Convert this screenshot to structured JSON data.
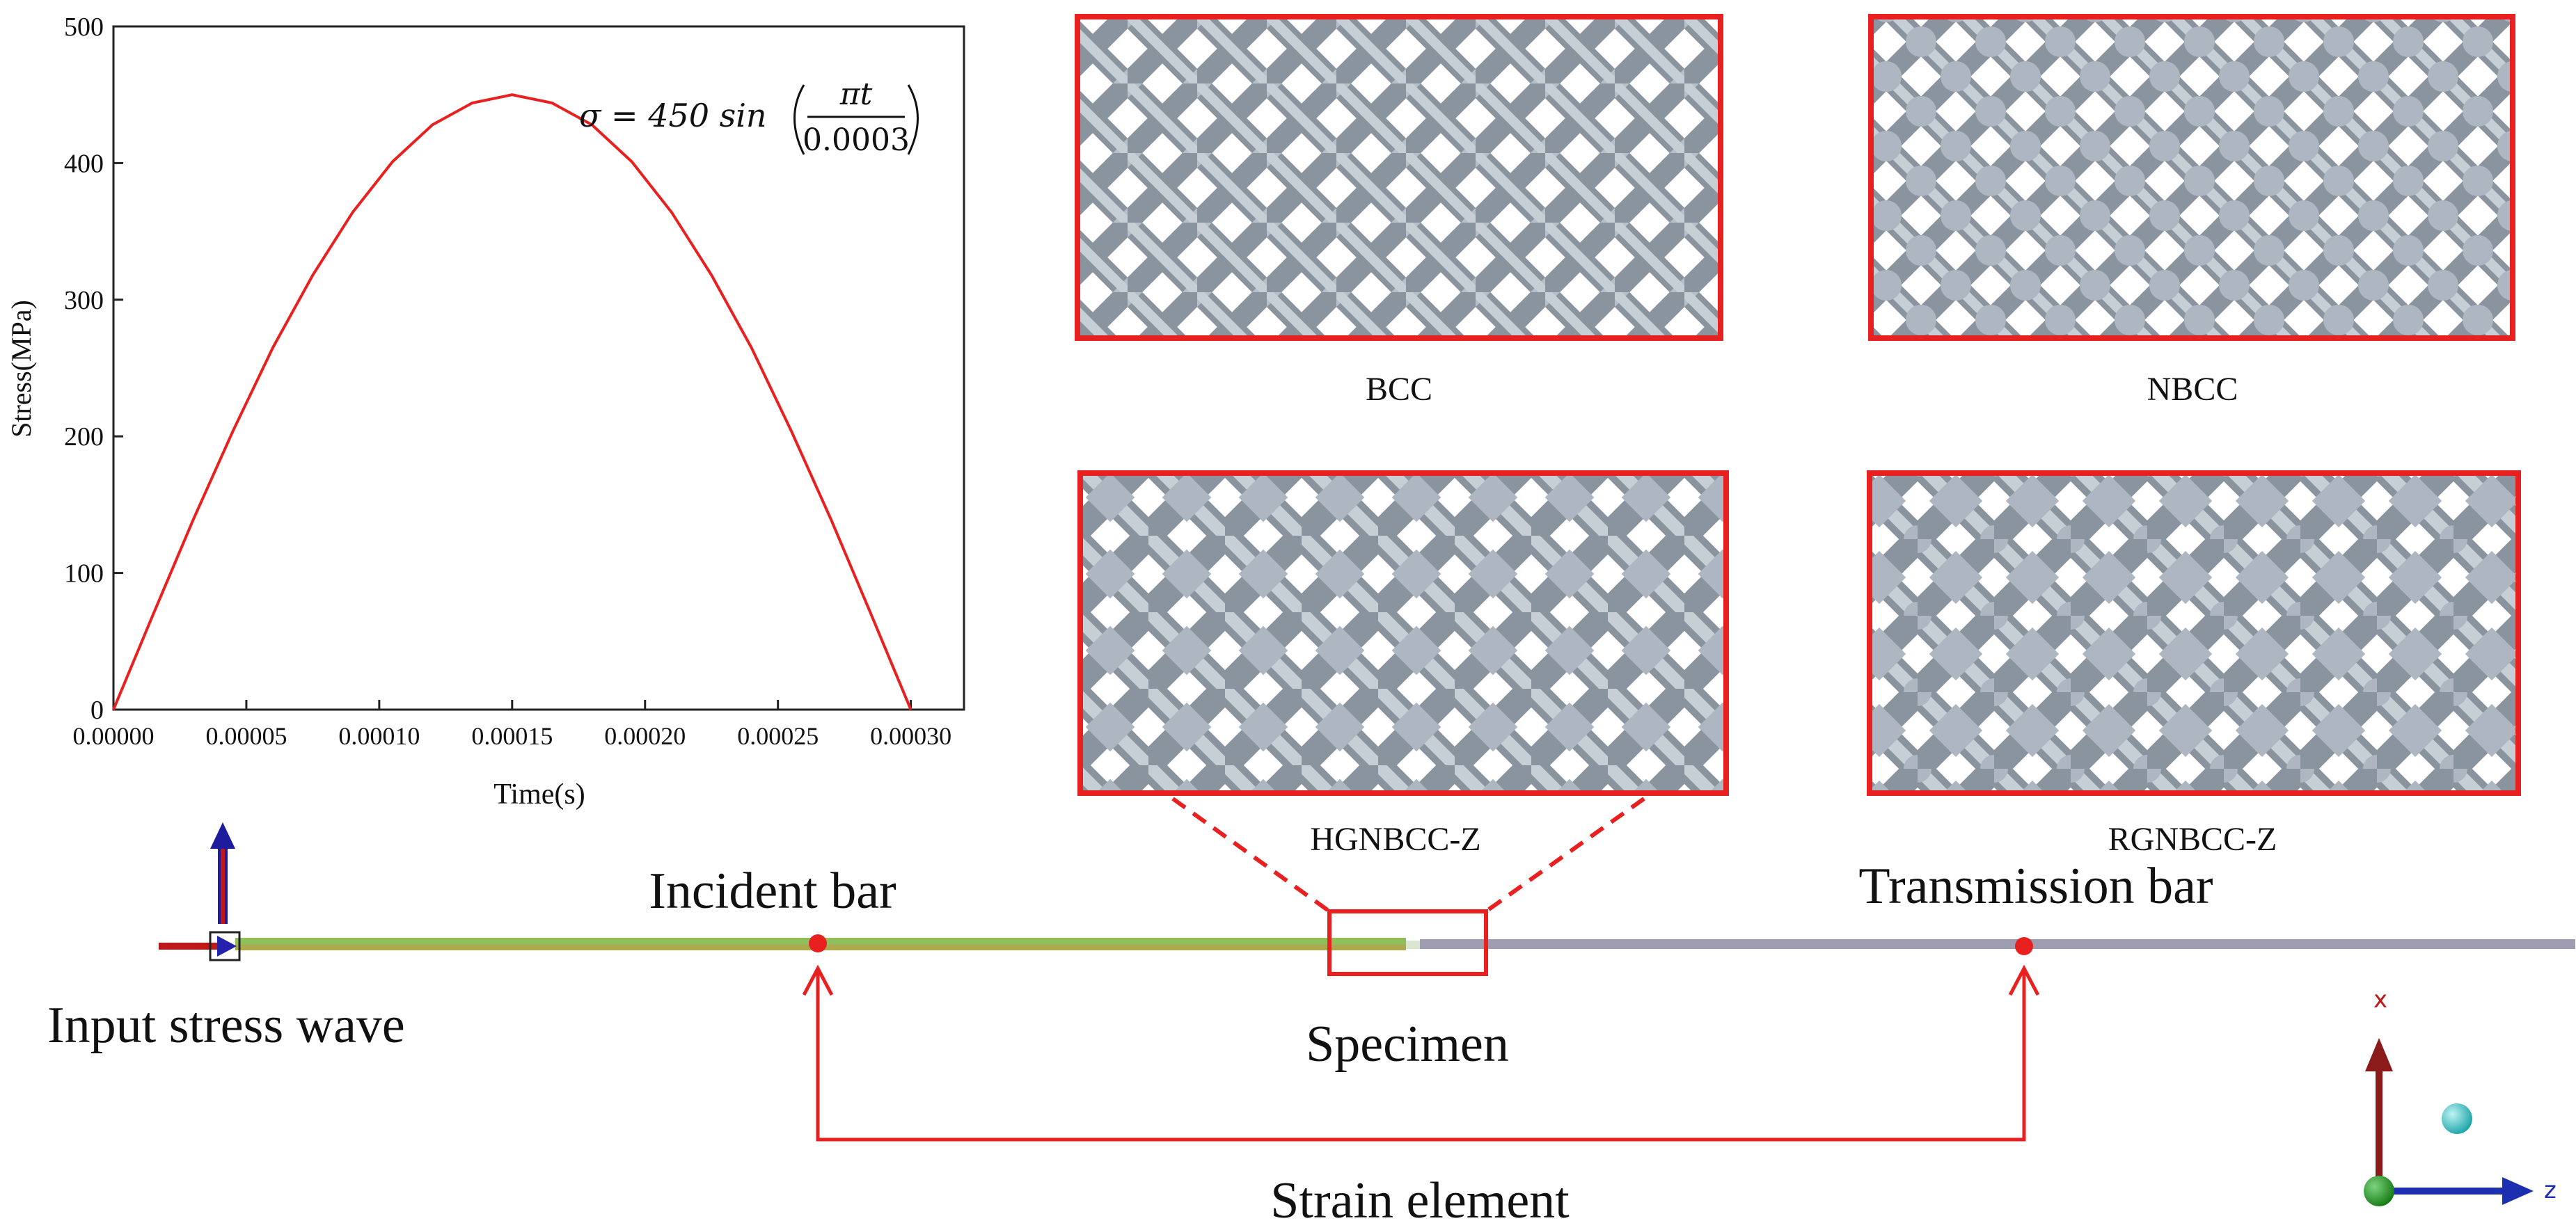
{
  "chart_data": {
    "type": "line",
    "xlabel": "Time(s)",
    "ylabel": "Stress(MPa)",
    "xlim": [
      0,
      0.00032
    ],
    "ylim": [
      0,
      500
    ],
    "xticks": [
      "0.00000",
      "0.00005",
      "0.00010",
      "0.00015",
      "0.00020",
      "0.00025",
      "0.00030"
    ],
    "yticks": [
      "0",
      "100",
      "200",
      "300",
      "400",
      "500"
    ],
    "series": [
      {
        "color": "#e8201f",
        "x": [
          0,
          1.5e-05,
          3e-05,
          4.5e-05,
          6e-05,
          7.5e-05,
          9e-05,
          0.000105,
          0.00012,
          0.000135,
          0.00015,
          0.000165,
          0.00018,
          0.000195,
          0.00021,
          0.000225,
          0.00024,
          0.000255,
          0.00027,
          0.000285,
          0.0003
        ],
        "y": [
          0,
          70,
          139,
          204,
          265,
          318,
          364,
          401,
          428,
          444,
          450,
          444,
          428,
          401,
          364,
          318,
          265,
          204,
          139,
          70,
          0
        ]
      }
    ],
    "annotation": {
      "prefix": "σ = 450 sin",
      "numerator": "πt",
      "denominator": "0.0003"
    }
  },
  "lattice_views": [
    {
      "label": "BCC",
      "variant": "bcc"
    },
    {
      "label": "NBCC",
      "variant": "nbcc"
    },
    {
      "label": "HGNBCC-Z",
      "variant": "hgnbcc"
    },
    {
      "label": "RGNBCC-Z",
      "variant": "rgnbcc"
    }
  ],
  "setup": {
    "incident_bar": "Incident bar",
    "transmission_bar": "Transmission bar",
    "input_wave": "Input stress wave",
    "specimen": "Specimen",
    "strain_element": "Strain element",
    "colors": {
      "incident_bar": "#8fbf5a",
      "transmission_bar": "#9e9cb0",
      "marker": "#e8201f"
    }
  },
  "axes_triad": {
    "x_label": "x",
    "z_label": "z"
  }
}
